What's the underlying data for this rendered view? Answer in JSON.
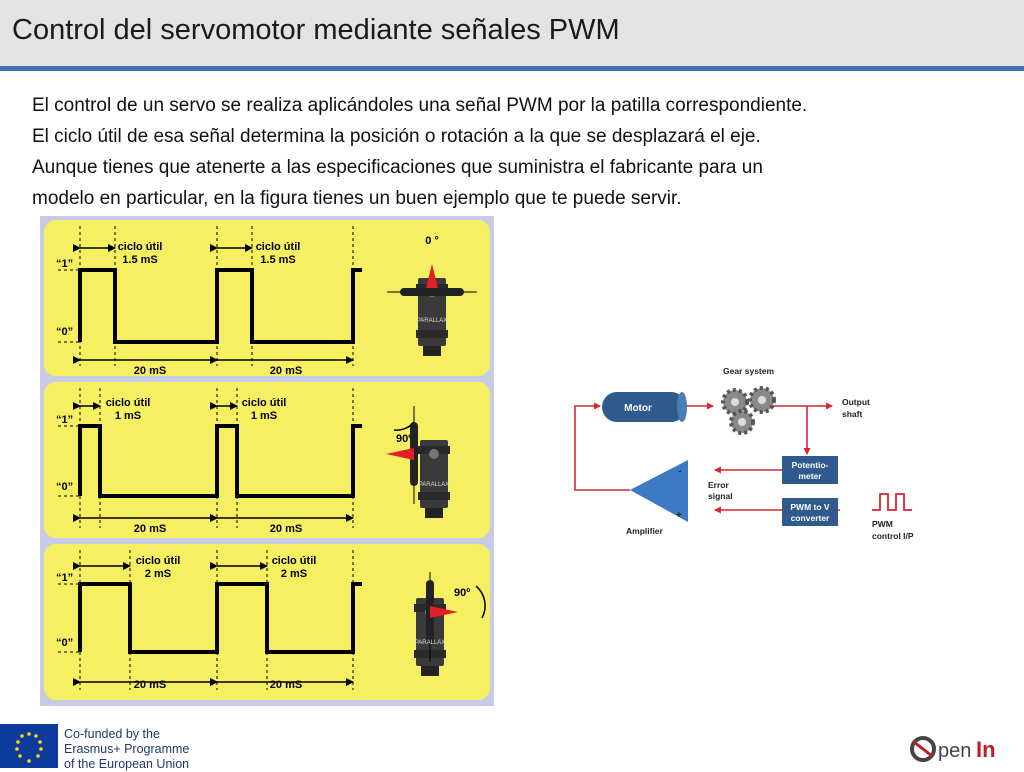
{
  "header": {
    "title": "Control del servomotor mediante señales PWM"
  },
  "body": {
    "lines": [
      "El control de un servo se realiza aplicándoles una señal PWM por la patilla correspondiente.",
      "El ciclo útil de esa señal determina la posición o rotación a la que se desplazará el eje.",
      "Aunque tienes que atenerte a las especificaciones que suministra el fabricante para un",
      "modelo en particular, en la figura tienes un buen ejemplo que te puede servir."
    ]
  },
  "pwm_figure": {
    "high_label": "“1”",
    "low_label": "“0”",
    "period_label": "20 mS",
    "duty_label": "ciclo útil",
    "servo_brand": "PARALLAX",
    "panels": [
      {
        "pulse": "1.5 mS",
        "angle": "0 °"
      },
      {
        "pulse": "1 mS",
        "angle": "90º"
      },
      {
        "pulse": "2 mS",
        "angle": "90º"
      }
    ]
  },
  "servo_diagram": {
    "motor": "Motor",
    "gear_system": "Gear system",
    "output_shaft": [
      "Output",
      "shaft"
    ],
    "potentiometer": [
      "Potentio-",
      "meter"
    ],
    "pwm_to_v": [
      "PWM to V",
      "converter"
    ],
    "error_signal": [
      "Error",
      "signal"
    ],
    "amplifier": "Amplifier",
    "minus": "-",
    "plus": "+",
    "pwm_input": [
      "PWM",
      "control I/P"
    ]
  },
  "footer": {
    "eu_text": [
      "Co-funded by the",
      "Erasmus+ Programme",
      "of the European Union"
    ],
    "logo_open": "pen",
    "logo_in": "In"
  },
  "colors": {
    "header_bg": "#e3e3e3",
    "rule": "#3b74b7",
    "panel_yellow": "#f7ef62",
    "panel_frame": "#c8cbe6",
    "diagram_blue": "#2e5a8e",
    "wire_red": "#d7262f",
    "eu_blue": "#0c3b9c",
    "logo_red": "#c01d24"
  }
}
